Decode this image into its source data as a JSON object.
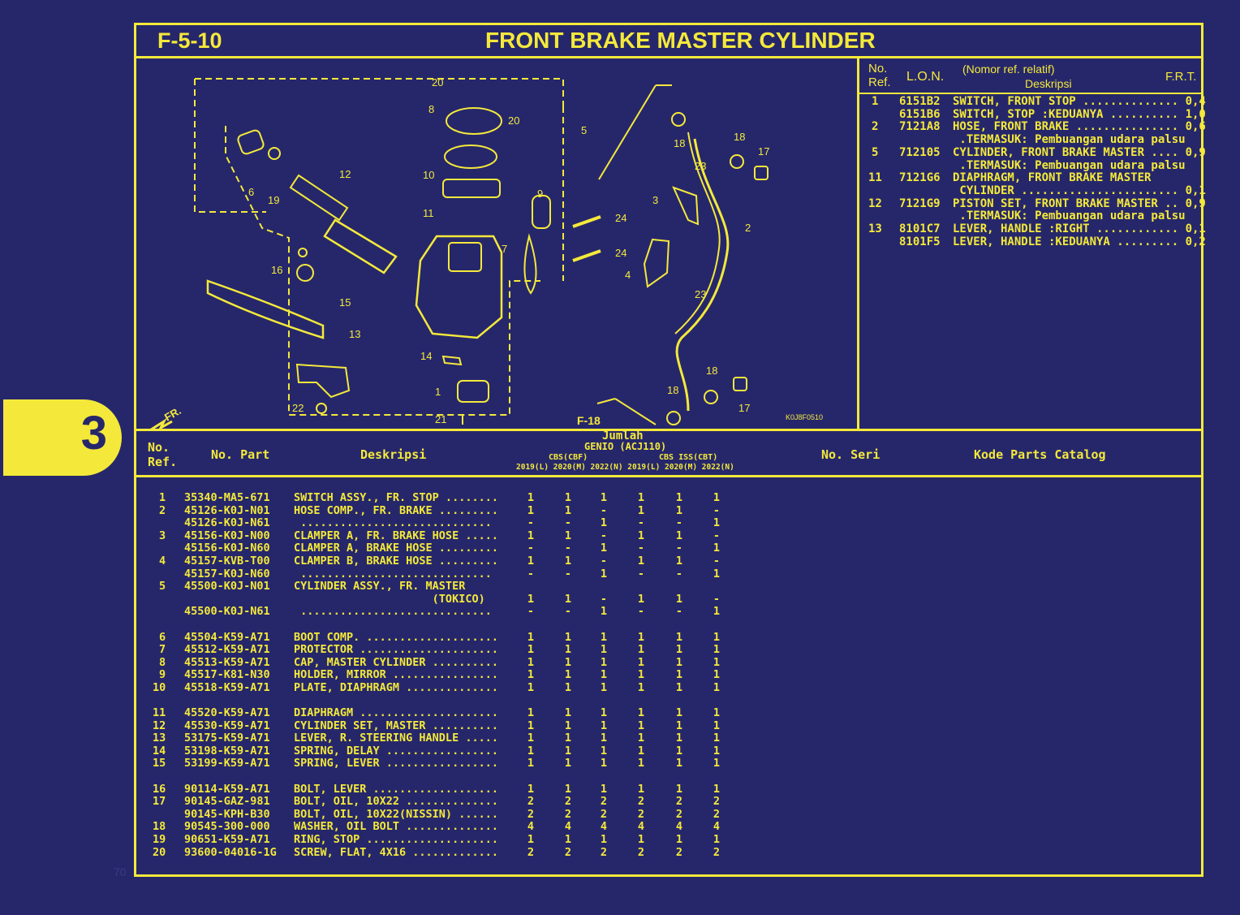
{
  "header": {
    "code": "F-5-10",
    "title": "FRONT BRAKE MASTER CYLINDER"
  },
  "section_tab": "3",
  "page_number": "70",
  "diagram": {
    "code": "K0J8F0510",
    "ref_link": "F-18",
    "direction_label": "FR.",
    "callouts": [
      "1",
      "2",
      "3",
      "4",
      "5",
      "6",
      "7",
      "8",
      "9",
      "10",
      "11",
      "12",
      "13",
      "14",
      "15",
      "16",
      "17",
      "18",
      "19",
      "20",
      "21",
      "22",
      "23",
      "24"
    ]
  },
  "ref_table": {
    "headers": {
      "no_ref": "No.\nRef.",
      "lon": "L.O.N.",
      "desc_top": "(Nomor ref. relatif)",
      "desc": "Deskripsi",
      "frt": "F.R.T."
    },
    "rows": [
      {
        "ref": "1",
        "lon": "6151B2",
        "desc": "SWITCH, FRONT STOP .............. 0,4"
      },
      {
        "ref": "",
        "lon": "6151B6",
        "desc": "SWITCH, STOP :KEDUANYA .......... 1,0"
      },
      {
        "ref": "2",
        "lon": "7121A8",
        "desc": "HOSE, FRONT BRAKE ............... 0,6"
      },
      {
        "ref": "",
        "lon": "",
        "desc": " .TERMASUK: Pembuangan udara palsu"
      },
      {
        "ref": "5",
        "lon": "712105",
        "desc": "CYLINDER, FRONT BRAKE MASTER .... 0,9"
      },
      {
        "ref": "",
        "lon": "",
        "desc": " .TERMASUK: Pembuangan udara palsu"
      },
      {
        "ref": "11",
        "lon": "7121G6",
        "desc": "DIAPHRAGM, FRONT BRAKE MASTER"
      },
      {
        "ref": "",
        "lon": "",
        "desc": " CYLINDER ....................... 0,1"
      },
      {
        "ref": "12",
        "lon": "7121G9",
        "desc": "PISTON SET, FRONT BRAKE MASTER .. 0,9"
      },
      {
        "ref": "",
        "lon": "",
        "desc": " .TERMASUK: Pembuangan udara palsu"
      },
      {
        "ref": "13",
        "lon": "8101C7",
        "desc": "LEVER, HANDLE :RIGHT ............ 0,1"
      },
      {
        "ref": "",
        "lon": "8101F5",
        "desc": "LEVER, HANDLE :KEDUANYA ......... 0,2"
      }
    ]
  },
  "parts_table": {
    "headers": {
      "no_ref": "No.\nRef.",
      "no_part": "No. Part",
      "deskripsi": "Deskripsi",
      "jumlah": "Jumlah",
      "model": "GENIO (ACJ110)",
      "group_cbs": "CBS(CBF)",
      "group_iss": "CBS ISS(CBT)",
      "years": "2019(L) 2020(M) 2022(N) 2019(L) 2020(M) 2022(N)",
      "no_seri": "No. Seri",
      "kode": "Kode Parts Catalog"
    },
    "rows": [
      {
        "ref": "1",
        "part": "35340-MA5-671",
        "desc": "SWITCH ASSY., FR. STOP ........",
        "q": [
          "1",
          "1",
          "1",
          "1",
          "1",
          "1"
        ]
      },
      {
        "ref": "2",
        "part": "45126-K0J-N01",
        "desc": "HOSE COMP., FR. BRAKE .........",
        "q": [
          "1",
          "1",
          "-",
          "1",
          "1",
          "-"
        ]
      },
      {
        "ref": "",
        "part": "45126-K0J-N61",
        "desc": " .............................",
        "q": [
          "-",
          "-",
          "1",
          "-",
          "-",
          "1"
        ]
      },
      {
        "ref": "3",
        "part": "45156-K0J-N00",
        "desc": "CLAMPER A, FR. BRAKE HOSE .....",
        "q": [
          "1",
          "1",
          "-",
          "1",
          "1",
          "-"
        ]
      },
      {
        "ref": "",
        "part": "45156-K0J-N60",
        "desc": "CLAMPER A, BRAKE HOSE .........",
        "q": [
          "-",
          "-",
          "1",
          "-",
          "-",
          "1"
        ]
      },
      {
        "ref": "4",
        "part": "45157-KVB-T00",
        "desc": "CLAMPER B, BRAKE HOSE .........",
        "q": [
          "1",
          "1",
          "-",
          "1",
          "1",
          "-"
        ]
      },
      {
        "ref": "",
        "part": "45157-K0J-N60",
        "desc": " .............................",
        "q": [
          "-",
          "-",
          "1",
          "-",
          "-",
          "1"
        ]
      },
      {
        "ref": "5",
        "part": "45500-K0J-N01",
        "desc": "CYLINDER ASSY., FR. MASTER",
        "q": [
          "",
          "",
          "",
          "",
          "",
          ""
        ]
      },
      {
        "ref": "",
        "part": "",
        "desc": "                     (TOKICO)",
        "q": [
          "1",
          "1",
          "-",
          "1",
          "1",
          "-"
        ]
      },
      {
        "ref": "",
        "part": "45500-K0J-N61",
        "desc": " .............................",
        "q": [
          "-",
          "-",
          "1",
          "-",
          "-",
          "1"
        ]
      },
      {
        "ref": "6",
        "part": "45504-K59-A71",
        "desc": "BOOT COMP. ....................",
        "q": [
          "1",
          "1",
          "1",
          "1",
          "1",
          "1"
        ]
      },
      {
        "ref": "7",
        "part": "45512-K59-A71",
        "desc": "PROTECTOR .....................",
        "q": [
          "1",
          "1",
          "1",
          "1",
          "1",
          "1"
        ]
      },
      {
        "ref": "8",
        "part": "45513-K59-A71",
        "desc": "CAP, MASTER CYLINDER ..........",
        "q": [
          "1",
          "1",
          "1",
          "1",
          "1",
          "1"
        ]
      },
      {
        "ref": "9",
        "part": "45517-K81-N30",
        "desc": "HOLDER, MIRROR ................",
        "q": [
          "1",
          "1",
          "1",
          "1",
          "1",
          "1"
        ]
      },
      {
        "ref": "10",
        "part": "45518-K59-A71",
        "desc": "PLATE, DIAPHRAGM ..............",
        "q": [
          "1",
          "1",
          "1",
          "1",
          "1",
          "1"
        ]
      },
      {
        "ref": "11",
        "part": "45520-K59-A71",
        "desc": "DIAPHRAGM .....................",
        "q": [
          "1",
          "1",
          "1",
          "1",
          "1",
          "1"
        ]
      },
      {
        "ref": "12",
        "part": "45530-K59-A71",
        "desc": "CYLINDER SET, MASTER ..........",
        "q": [
          "1",
          "1",
          "1",
          "1",
          "1",
          "1"
        ]
      },
      {
        "ref": "13",
        "part": "53175-K59-A71",
        "desc": "LEVER, R. STEERING HANDLE .....",
        "q": [
          "1",
          "1",
          "1",
          "1",
          "1",
          "1"
        ]
      },
      {
        "ref": "14",
        "part": "53198-K59-A71",
        "desc": "SPRING, DELAY .................",
        "q": [
          "1",
          "1",
          "1",
          "1",
          "1",
          "1"
        ]
      },
      {
        "ref": "15",
        "part": "53199-K59-A71",
        "desc": "SPRING, LEVER .................",
        "q": [
          "1",
          "1",
          "1",
          "1",
          "1",
          "1"
        ]
      },
      {
        "ref": "16",
        "part": "90114-K59-A71",
        "desc": "BOLT, LEVER ...................",
        "q": [
          "1",
          "1",
          "1",
          "1",
          "1",
          "1"
        ]
      },
      {
        "ref": "17",
        "part": "90145-GAZ-981",
        "desc": "BOLT, OIL, 10X22 ..............",
        "q": [
          "2",
          "2",
          "2",
          "2",
          "2",
          "2"
        ]
      },
      {
        "ref": "",
        "part": "90145-KPH-B30",
        "desc": "BOLT, OIL, 10X22(NISSIN) ......",
        "q": [
          "2",
          "2",
          "2",
          "2",
          "2",
          "2"
        ]
      },
      {
        "ref": "18",
        "part": "90545-300-000",
        "desc": "WASHER, OIL BOLT ..............",
        "q": [
          "4",
          "4",
          "4",
          "4",
          "4",
          "4"
        ]
      },
      {
        "ref": "19",
        "part": "90651-K59-A71",
        "desc": "RING, STOP ....................",
        "q": [
          "1",
          "1",
          "1",
          "1",
          "1",
          "1"
        ]
      },
      {
        "ref": "20",
        "part": "93600-04016-1G",
        "desc": "SCREW, FLAT, 4X16 .............",
        "q": [
          "2",
          "2",
          "2",
          "2",
          "2",
          "2"
        ]
      }
    ]
  }
}
